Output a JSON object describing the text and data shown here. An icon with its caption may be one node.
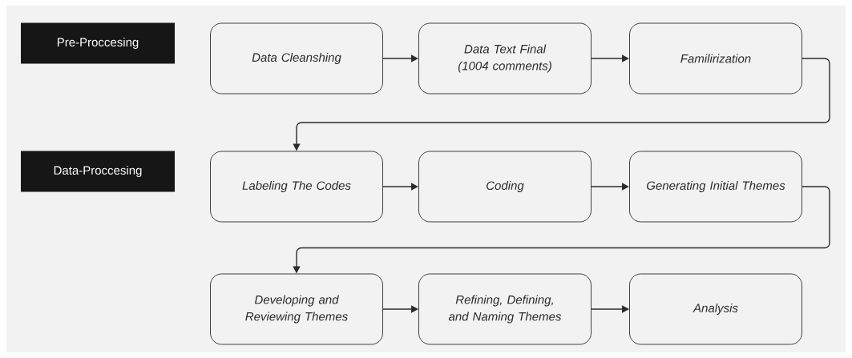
{
  "diagram": {
    "nodes": [
      {
        "text": [
          "Pre-Proccesing"
        ]
      },
      {
        "text": [
          "Data Cleanshing"
        ]
      },
      {
        "text": [
          "Data Text Final (1004 comments)"
        ]
      },
      {
        "text": [
          "Familirization"
        ]
      },
      {
        "text": [
          "Data-Proccesing"
        ]
      },
      {
        "text": [
          "Labeling The Codes"
        ]
      },
      {
        "text": [
          "Coding"
        ]
      },
      {
        "text": [
          "Generating Initial Themes"
        ]
      },
      {
        "text": [
          "Developing and Reviewing Themes"
        ]
      },
      {
        "text": [
          "Refining, Defining, and Naming Themes"
        ]
      },
      {
        "text": [
          "Analysis"
        ]
      }
    ],
    "edges": [
      {
        "from": 1,
        "to": 2,
        "arrow": "to"
      },
      {
        "from": 2,
        "to": 3,
        "arrow": "to"
      },
      {
        "from": 3,
        "to": 5,
        "arrow": "to"
      },
      {
        "from": 5,
        "to": 6,
        "arrow": "to"
      },
      {
        "from": 6,
        "to": 7,
        "arrow": "to"
      },
      {
        "from": 7,
        "to": 8,
        "arrow": "to"
      },
      {
        "from": 8,
        "to": 9,
        "arrow": "to"
      },
      {
        "from": 9,
        "to": 10,
        "arrow": "to"
      }
    ]
  }
}
